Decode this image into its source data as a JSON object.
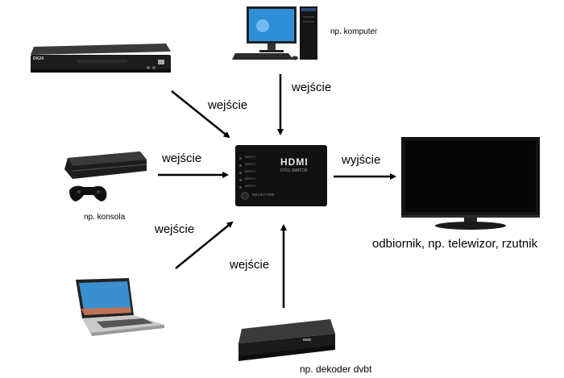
{
  "arrow_labels": {
    "dvd": "wejście",
    "computer": "wejście",
    "console": "wejście",
    "laptop": "wejście",
    "decoder": "wejście",
    "output": "wyjście"
  },
  "devices": {
    "computer": "np. komputer",
    "console": "np. konsola",
    "decoder": "np. dekoder dvbt",
    "tv": "odbiornik, np. telewizor, rzutnik"
  },
  "switch": {
    "logo": "HDMI",
    "model": "5TO1 SWITCH",
    "selected_label": "SELECTED",
    "inputs": [
      "INPUT 1",
      "INPUT 2",
      "INPUT 3",
      "INPUT 4",
      "INPUT 5"
    ]
  },
  "dvd_player": {
    "brand": "DIGIX"
  },
  "colors": {
    "arrow": "#000000",
    "device_dark": "#1b1b1b",
    "screen_blue": "#2f8fd6"
  }
}
